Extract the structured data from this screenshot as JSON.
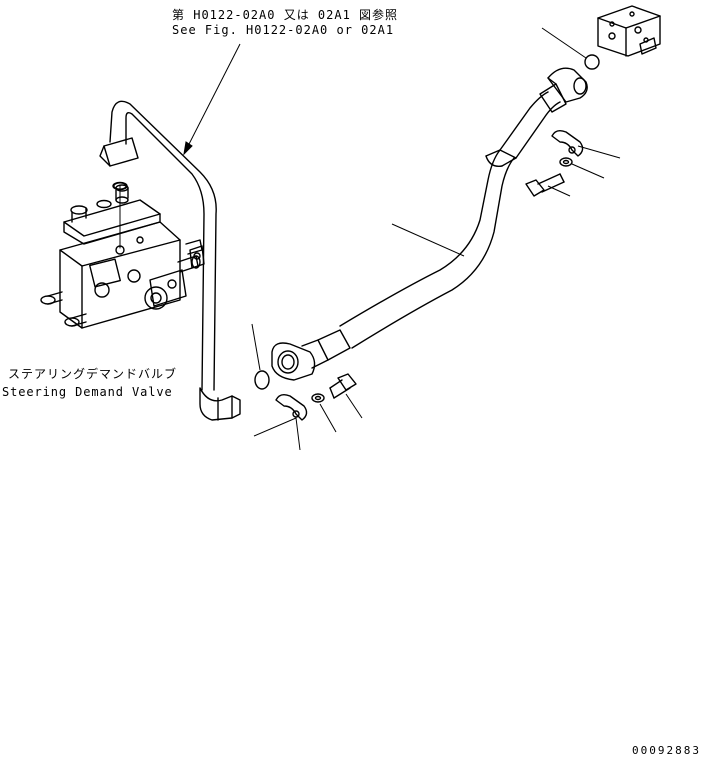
{
  "labels": {
    "reference_jp": "第 H0122-02A0 又は 02A1 図参照",
    "reference_en": "See Fig. H0122-02A0 or 02A1",
    "valve_jp": "ステアリングデマンドバルブ",
    "valve_en": "Steering Demand Valve",
    "doc_number": "00092883"
  }
}
